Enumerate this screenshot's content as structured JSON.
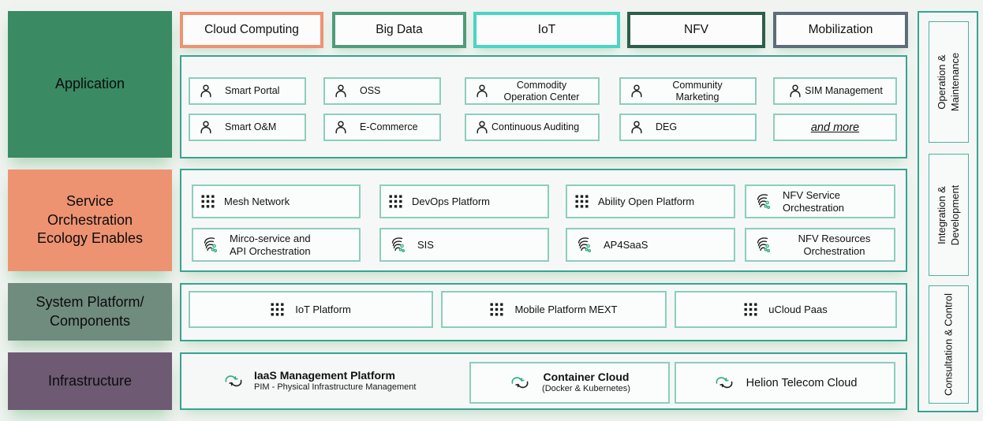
{
  "left_blocks": [
    {
      "label": "Application",
      "color": "#3a8a63"
    },
    {
      "label": "Service\nOrchestration\nEcology Enables",
      "color": "#ee9372"
    },
    {
      "label": "System Platform/\nComponents",
      "color": "#6f8c7f"
    },
    {
      "label": "Infrastructure",
      "color": "#6e5a73"
    }
  ],
  "top_tabs": [
    {
      "label": "Cloud Computing",
      "border_color": "#ef9273"
    },
    {
      "label": "Big Data",
      "border_color": "#4d9c7b"
    },
    {
      "label": "IoT",
      "border_color": "#4ad5c5"
    },
    {
      "label": "NFV",
      "border_color": "#2b5f4b"
    },
    {
      "label": "Mobilization",
      "border_color": "#5d6b7b"
    }
  ],
  "application_row": {
    "items": [
      {
        "label": "Smart Portal",
        "icon": "user-icon"
      },
      {
        "label": "OSS",
        "icon": "user-icon"
      },
      {
        "label": "Commodity\nOperation Center",
        "icon": "user-icon"
      },
      {
        "label": "Community\nMarketing",
        "icon": "user-icon"
      },
      {
        "label": "SIM Management",
        "icon": "user-icon"
      },
      {
        "label": "Smart O&M",
        "icon": "user-icon"
      },
      {
        "label": "E-Commerce",
        "icon": "user-icon"
      },
      {
        "label": "Continuous Auditing",
        "icon": "user-icon"
      },
      {
        "label": "DEG",
        "icon": "user-icon"
      },
      {
        "label": "and more",
        "icon": "none"
      }
    ]
  },
  "service_row": {
    "items": [
      {
        "label": "Mesh Network",
        "icon": "grid-icon"
      },
      {
        "label": "DevOps Platform",
        "icon": "grid-icon"
      },
      {
        "label": "Ability Open Platform",
        "icon": "grid-icon"
      },
      {
        "label": "NFV Service\nOrchestration",
        "icon": "orchestration-icon"
      },
      {
        "label": "Mirco-service and\nAPI Orchestration",
        "icon": "orchestration-icon"
      },
      {
        "label": "SIS",
        "icon": "orchestration-icon"
      },
      {
        "label": "AP4SaaS",
        "icon": "orchestration-icon"
      },
      {
        "label": "NFV Resources\nOrchestration",
        "icon": "orchestration-icon"
      }
    ]
  },
  "platform_row": {
    "items": [
      {
        "label": "IoT Platform",
        "icon": "grid-icon"
      },
      {
        "label": "Mobile Platform MEXT",
        "icon": "grid-icon"
      },
      {
        "label": "uCloud Paas",
        "icon": "grid-icon"
      }
    ]
  },
  "infrastructure_row": {
    "items": [
      {
        "title": "IaaS Management Platform",
        "subtitle": "PIM - Physical Infrastructure Management",
        "icon": "cloud-sync-icon"
      },
      {
        "title": "Container Cloud",
        "subtitle": "(Docker & Kubernetes)",
        "icon": "cloud-sync-icon"
      },
      {
        "title": "Helion Telecom Cloud",
        "icon": "cloud-sync-icon"
      }
    ]
  },
  "right_tabs": [
    {
      "label": "Operation &\nMaintenance"
    },
    {
      "label": "Integration &\nDevelopment"
    },
    {
      "label": "Consultation & Control"
    }
  ],
  "colors": {
    "panel_border": "#35a492",
    "chip_border": "#8acfbd",
    "background": "#f0f3f0",
    "glow": "#86c392",
    "dot_green": "#2fae7d"
  }
}
